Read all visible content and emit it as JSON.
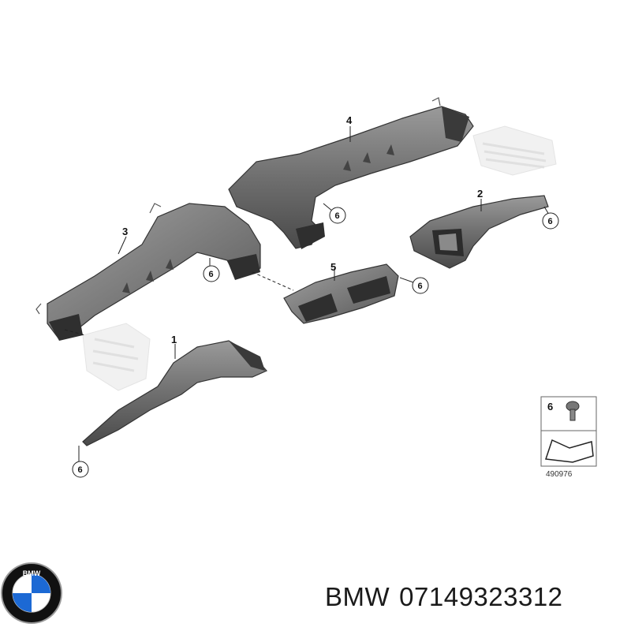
{
  "parts": [
    {
      "id": "part-1",
      "label": "1"
    },
    {
      "id": "part-2",
      "label": "2"
    },
    {
      "id": "part-3",
      "label": "3"
    },
    {
      "id": "part-4",
      "label": "4"
    },
    {
      "id": "part-5",
      "label": "5"
    }
  ],
  "fastener_callout": "6",
  "legend": {
    "item_number": "6",
    "drawing_id": "490976"
  },
  "caption": {
    "brand": "BMW",
    "part_number": "07149323312"
  },
  "logo": {
    "text": "BMW",
    "colors": {
      "blue": "#1c69d4",
      "white": "#ffffff",
      "black": "#111111"
    }
  }
}
